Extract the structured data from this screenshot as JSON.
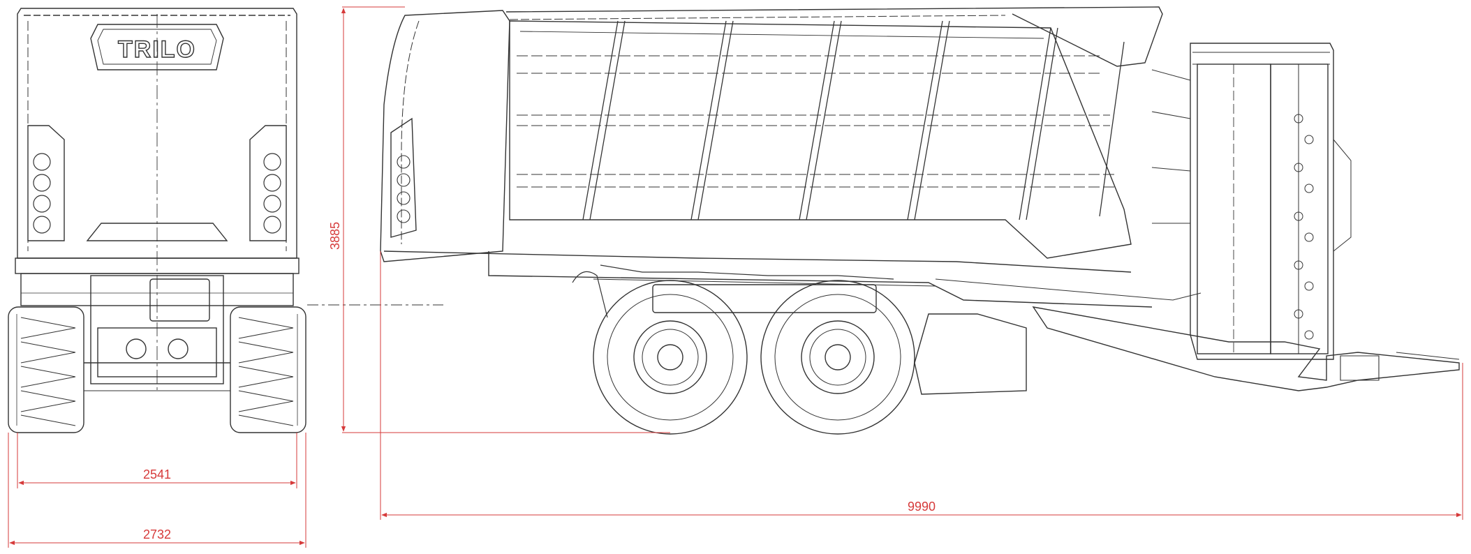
{
  "drawing": {
    "brand_logo": "TRILO",
    "dimensions": {
      "track_width": "2541",
      "overall_width": "2732",
      "overall_height": "3885",
      "overall_length": "9990"
    }
  },
  "colors": {
    "line": "#333333",
    "dimension": "#d63a3a"
  }
}
